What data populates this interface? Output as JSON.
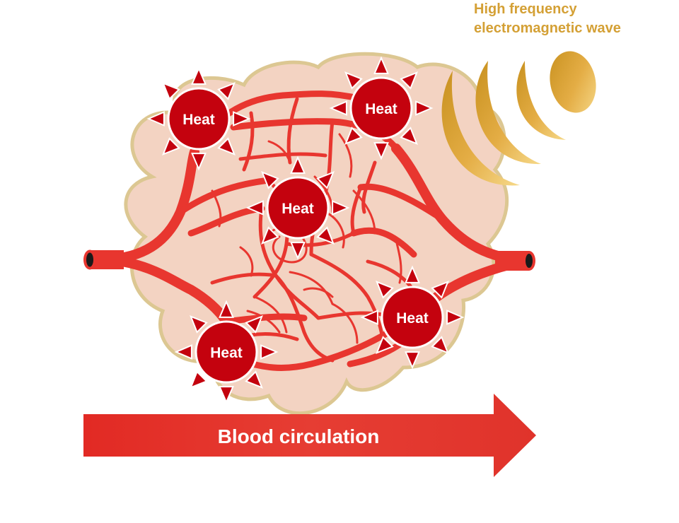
{
  "wave_label": {
    "line1": "High frequency",
    "line2": "electromagnetic wave"
  },
  "heat_label": "Heat",
  "heat_sources": [
    {
      "name": "heat-source-top-left",
      "label": "Heat"
    },
    {
      "name": "heat-source-top-right",
      "label": "Heat"
    },
    {
      "name": "heat-source-center",
      "label": "Heat"
    },
    {
      "name": "heat-source-bottom-right",
      "label": "Heat"
    },
    {
      "name": "heat-source-bottom-left",
      "label": "Heat"
    }
  ],
  "flow_arrow": {
    "label": "Blood circulation"
  },
  "colors": {
    "vessel": "#e8362f",
    "tissue": "#f3d3c2",
    "tissue_outline": "#dbc38e",
    "heat": "#c4020e",
    "wave": "#dfa53a",
    "arrow": "#e3302a"
  }
}
